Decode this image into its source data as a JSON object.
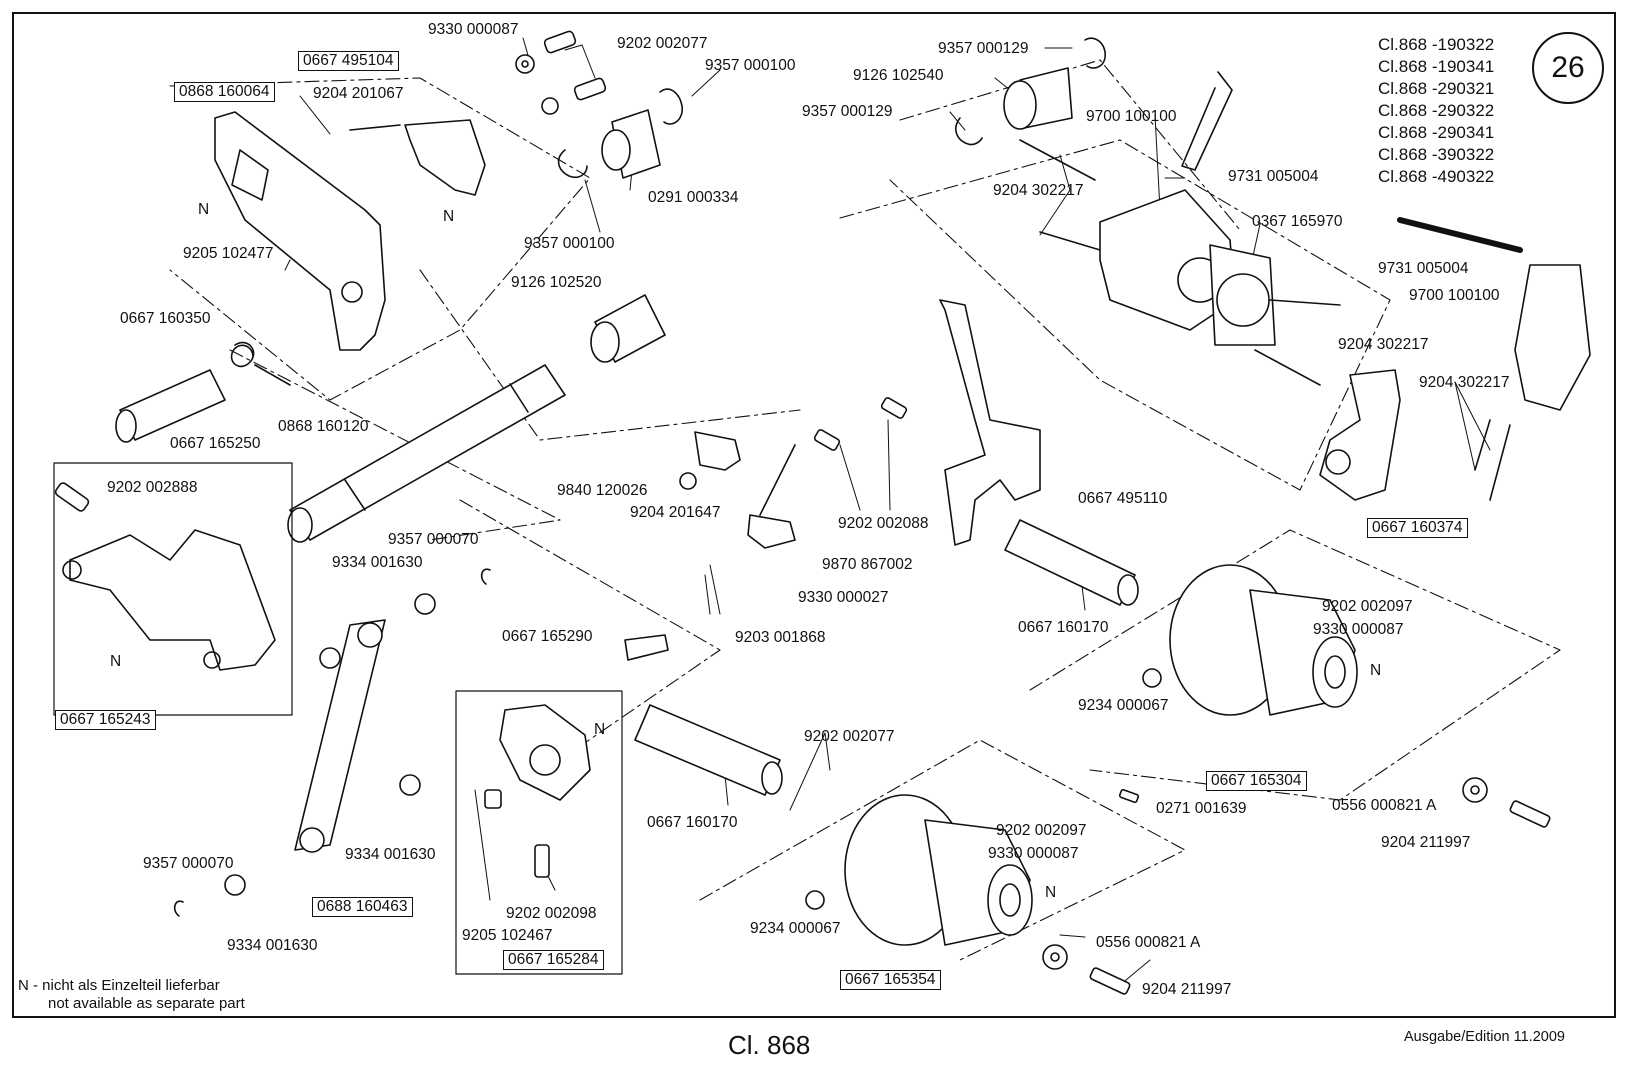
{
  "page_number": "26",
  "class_list": [
    "Cl.868 -190322",
    "Cl.868 -190341",
    "Cl.868 -290321",
    "Cl.868 -290322",
    "Cl.868 -290341",
    "Cl.868 -390322",
    "Cl.868 -490322"
  ],
  "parts": {
    "p01": "9330 000087",
    "p02": "9202 002077",
    "p03": "0667 495104",
    "p04": "9357 000100",
    "p05": "0868 160064",
    "p06": "9204 201067",
    "p07": "0291 000334",
    "p08": "9357 000100",
    "p09": "9205 102477",
    "p10": "9126 102520",
    "p11": "0667 160350",
    "p12": "0667 165250",
    "p13": "0868 160120",
    "p14": "9357 000129",
    "p15": "9126 102540",
    "p16": "9357 000129",
    "p17": "9700 100100",
    "p18": "9204 302217",
    "p19": "9731 005004",
    "p20": "0367 165970",
    "p21": "9731 005004",
    "p22": "9700 100100",
    "p23": "9204 302217",
    "p24": "9204 302217",
    "p25": "0667 160374",
    "p26": "9202 002888",
    "p27": "9840 120026",
    "p28": "9204 201647",
    "p29": "9202 002088",
    "p30": "0667 495110",
    "p31": "9357 000070",
    "p32": "9334 001630",
    "p33": "9870 867002",
    "p34": "9330 000027",
    "p35": "9203 001868",
    "p36": "0667 165243",
    "p37": "0667 165290",
    "p38": "0667 160170",
    "p39": "9202 002097",
    "p40": "9330 000087",
    "p41": "9234 000067",
    "p42": "0667 165304",
    "p43": "0271 001639",
    "p44": "0556 000821 A",
    "p45": "9204 211997",
    "p46": "9202 002077",
    "p47": "0667 160170",
    "p48": "9202 002097",
    "p49": "9330 000087",
    "p50": "9334 001630",
    "p51": "9357 000070",
    "p52": "9334 001630",
    "p53": "0688 160463",
    "p54": "9202 002098",
    "p55": "9205 102467",
    "p56": "0667 165284",
    "p57": "9234 000067",
    "p58": "0667 165354",
    "p59": "0556 000821 A",
    "p60": "9204 211997"
  },
  "n_marker": "N",
  "footnote": {
    "line1": "N - nicht als Einzelteil lieferbar",
    "line2": "not available as separate part"
  },
  "footer": {
    "title": "Cl. 868",
    "edition": "Ausgabe/Edition  11.2009"
  }
}
